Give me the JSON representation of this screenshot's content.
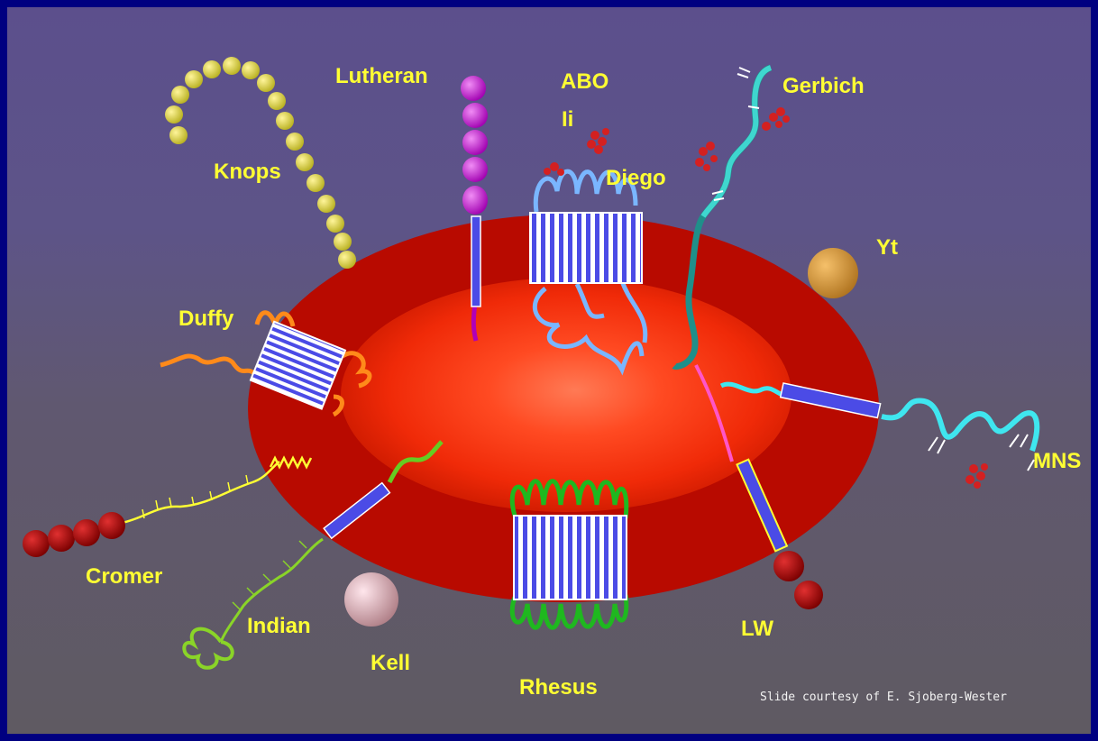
{
  "labels": {
    "lutheran": "Lutheran",
    "abo": "ABO",
    "ii": "Ii",
    "gerbich": "Gerbich",
    "knops": "Knops",
    "diego": "Diego",
    "yt": "Yt",
    "duffy": "Duffy",
    "mns": "MNS",
    "cromer": "Cromer",
    "indian": "Indian",
    "kell": "Kell",
    "lw": "LW",
    "rhesus": "Rhesus"
  },
  "credit": "Slide courtesy of E. Sjoberg-Wester",
  "colors": {
    "background": "#5d5488",
    "frame": "#000080",
    "label": "#ffff33",
    "cell_outer": "#b80000",
    "cell_inner": "#ff3a1a",
    "helix_fill": "#4b4be6"
  }
}
